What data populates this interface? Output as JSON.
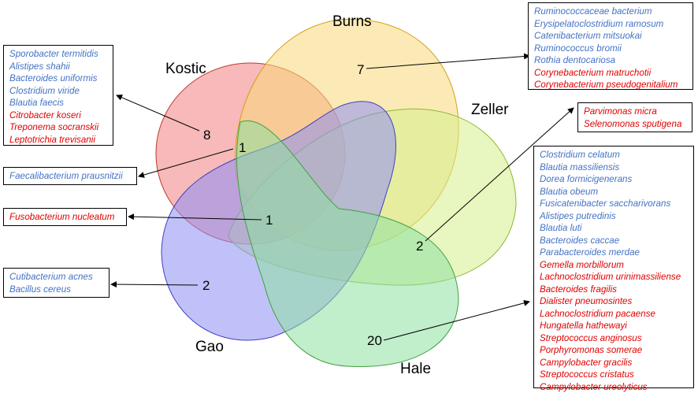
{
  "colors": {
    "kostic": "#f08080",
    "burns": "#f7d97a",
    "zeller": "#d6ee8c",
    "gao": "#8e8ef5",
    "hale": "#8ee0a0",
    "text_blue": "#4472c4",
    "text_red": "#e00000"
  },
  "sets": {
    "kostic": "Kostic",
    "burns": "Burns",
    "zeller": "Zeller",
    "gao": "Gao",
    "hale": "Hale"
  },
  "counts": {
    "kostic_only": "8",
    "burns_only": "7",
    "kostic_zeller": "1",
    "all_five": "1",
    "zeller_only": "2",
    "gao_only": "2",
    "hale_only": "20"
  },
  "boxes": {
    "kostic_only": [
      {
        "name": "Sporobacter termitidis",
        "color": "blue"
      },
      {
        "name": "Alistipes shahii",
        "color": "blue"
      },
      {
        "name": "Bacteroides uniformis",
        "color": "blue"
      },
      {
        "name": "Clostridium viride",
        "color": "blue"
      },
      {
        "name": "Blautia faecis",
        "color": "blue"
      },
      {
        "name": "Citrobacter koseri",
        "color": "red"
      },
      {
        "name": "Treponema socranskii",
        "color": "red"
      },
      {
        "name": "Leptotrichia trevisanii",
        "color": "red"
      }
    ],
    "burns_only": [
      {
        "name": "Ruminococcaceae bacterium",
        "color": "blue"
      },
      {
        "name": "Erysipelatoclostridium ramosum",
        "color": "blue"
      },
      {
        "name": "Catenibacterium mitsuokai",
        "color": "blue"
      },
      {
        "name": "Ruminococcus bromii",
        "color": "blue"
      },
      {
        "name": "Rothia dentocariosa",
        "color": "blue"
      },
      {
        "name": "Corynebacterium matruchotii",
        "color": "red"
      },
      {
        "name": "Corynebacterium pseudogenitalium",
        "color": "red"
      }
    ],
    "kostic_zeller": [
      {
        "name": "Faecalibacterium prausnitzii",
        "color": "blue"
      }
    ],
    "all_five": [
      {
        "name": "Fusobacterium nucleatum",
        "color": "red"
      }
    ],
    "gao_only": [
      {
        "name": "Cutibacterium acnes",
        "color": "blue"
      },
      {
        "name": "Bacillus cereus",
        "color": "blue"
      }
    ],
    "zeller_only": [
      {
        "name": "Parvimonas micra",
        "color": "red"
      },
      {
        "name": "Selenomonas sputigena",
        "color": "red"
      }
    ],
    "hale_only": [
      {
        "name": "Clostridium celatum",
        "color": "blue"
      },
      {
        "name": "Blautia massiliensis",
        "color": "blue"
      },
      {
        "name": "Dorea formicigenerans",
        "color": "blue"
      },
      {
        "name": "Blautia obeum",
        "color": "blue"
      },
      {
        "name": "Fusicatenibacter saccharivorans",
        "color": "blue"
      },
      {
        "name": "Alistipes putredinis",
        "color": "blue"
      },
      {
        "name": "Blautia luti",
        "color": "blue"
      },
      {
        "name": "Bacteroides caccae",
        "color": "blue"
      },
      {
        "name": "Parabacteroides merdae",
        "color": "blue"
      },
      {
        "name": "Gemella morbillorum",
        "color": "red"
      },
      {
        "name": "Lachnoclostridium urinimassiliense",
        "color": "red"
      },
      {
        "name": "Bacteroides fragilis",
        "color": "red"
      },
      {
        "name": "Dialister pneumosintes",
        "color": "red"
      },
      {
        "name": "Lachnoclostridium pacaense",
        "color": "red"
      },
      {
        "name": "Hungatella hathewayi",
        "color": "red"
      },
      {
        "name": "Streptococcus anginosus",
        "color": "red"
      },
      {
        "name": "Porphyromonas somerae",
        "color": "red"
      },
      {
        "name": "Campylobacter gracilis",
        "color": "red"
      },
      {
        "name": "Streptococcus cristatus",
        "color": "red"
      },
      {
        "name": "Campylobacter ureolyticus",
        "color": "red"
      }
    ]
  }
}
